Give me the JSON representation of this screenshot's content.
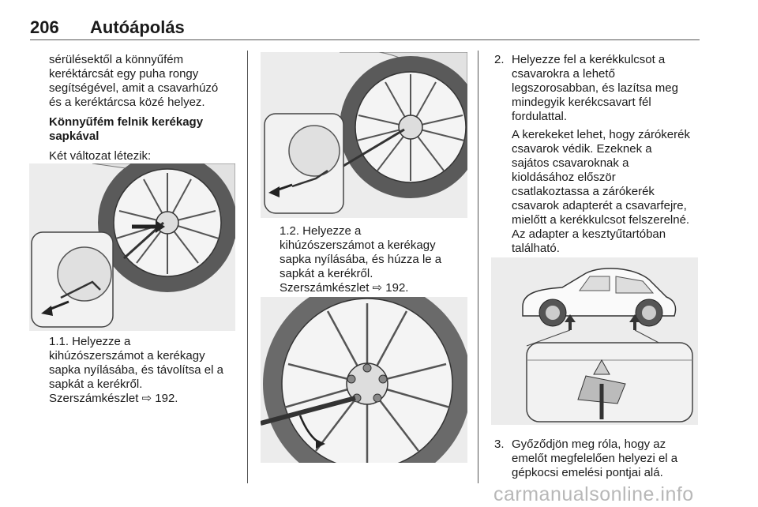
{
  "header": {
    "page_number": "206",
    "section_title": "Autóápolás"
  },
  "col1": {
    "intro_lines": [
      "sérülésektől a könnyűfém",
      "keréktárcsát egy puha rongy",
      "segítségével, amit a csavarhúzó",
      "és a keréktárcsa közé helyez."
    ],
    "heading_lines": [
      "Könnyűfém felnik kerékagy",
      "sapkával"
    ],
    "variants_text": "Két változat létezik:",
    "step_1_1_lines": [
      "1.1. Helyezze a",
      "kihúzószerszámot a kerékagy",
      "sapka nyílásába, és távolítsa el a",
      "sapkát a kerékről.",
      "Szerszámkészlet ⇨ 192."
    ]
  },
  "col2": {
    "step_1_2_lines": [
      "1.2. Helyezze a",
      "kihúzószerszámot a kerékagy",
      "sapka nyílásába, és húzza le a",
      "sapkát a kerékről.",
      "Szerszámkészlet ⇨ 192."
    ]
  },
  "col3": {
    "step_2_num": "2.",
    "step_2_lines": [
      "Helyezze fel a kerékkulcsot a",
      "csavarokra a lehető",
      "legszorosabban, és lazítsa meg",
      "mindegyik kerékcsavart fél",
      "fordulattal."
    ],
    "step_2_note_lines": [
      "A kerekeket lehet, hogy zárókerék",
      "csavarok védik. Ezeknek a",
      "sajátos csavaroknak a",
      "kioldásához először",
      "csatlakoztassa a zárókerék",
      "csavarok adapterét a csavarfejre,",
      "mielőtt a kerékkulcsot felszerelné.",
      "Az adapter a kesztyűtartóban",
      "található."
    ],
    "step_3_num": "3.",
    "step_3_lines": [
      "Győződjön meg róla, hogy az",
      "emelőt megfelelően helyezi el a",
      "gépkocsi emelési pontjai alá."
    ]
  },
  "footer": {
    "watermark": "carmanualsonline.info"
  },
  "colors": {
    "text": "#1a1a1a",
    "figure_bg": "#ececec",
    "line_art": "#444444",
    "watermark": "#b8b8b8"
  }
}
